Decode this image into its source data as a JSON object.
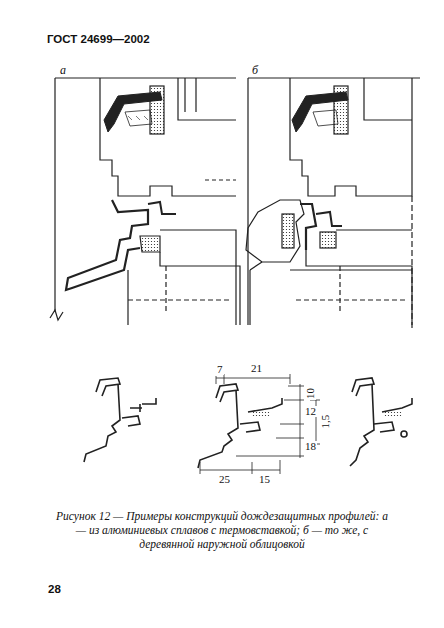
{
  "diagram": {
    "title": "ГОСТ 24699—2002",
    "caption": "Рисунок 12 — Примеры конструкций дождезащитных профилей: а — из алюминиевых сплавов с термовставкой; б — то же, с деревянной наружной облицовкой",
    "labels": [
      "а",
      "б",
      "7",
      "21",
      "10",
      "12",
      "1,5",
      "18",
      "25",
      "15",
      "28"
    ]
  }
}
